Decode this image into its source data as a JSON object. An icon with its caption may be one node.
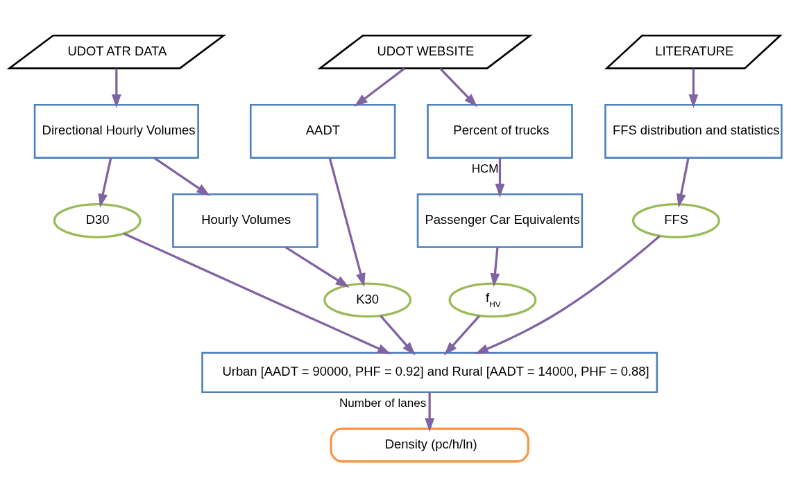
{
  "diagram": {
    "nodes": [
      {
        "text": [
          "UDOT ATR DATA"
        ]
      },
      {
        "text": [
          "UDOT WEBSITE"
        ]
      },
      {
        "text": [
          "LITERATURE"
        ]
      },
      {
        "text": [
          "Directional Hourly Volumes"
        ]
      },
      {
        "text": [
          "AADT"
        ]
      },
      {
        "text": [
          "Percent of trucks"
        ]
      },
      {
        "text": [
          "FFS distribution and statistics"
        ]
      },
      {
        "text": [
          "D30"
        ]
      },
      {
        "text": [
          "Hourly Volumes"
        ]
      },
      {
        "text": [
          "Passenger Car Equivalents"
        ]
      },
      {
        "text": [
          "FFS"
        ]
      },
      {
        "text": [
          "K30"
        ]
      },
      {
        "text": [
          "f$_{HV}$"
        ]
      },
      {
        "text": [
          "Urban [AADT = 90000, PHF = 0.92] and Rural [AADT = 14000, PHF = 0.88]"
        ]
      },
      {
        "text": [
          "Density (pc/h/ln)"
        ]
      }
    ],
    "edges": [
      {
        "from": 0,
        "to": 3,
        "arrow": "to"
      },
      {
        "from": 1,
        "to": 4,
        "arrow": "to"
      },
      {
        "from": 1,
        "to": 5,
        "arrow": "to"
      },
      {
        "from": 2,
        "to": 6,
        "arrow": "to"
      },
      {
        "from": 3,
        "to": 7,
        "arrow": "to"
      },
      {
        "from": 3,
        "to": 8,
        "arrow": "to"
      },
      {
        "from": 4,
        "to": 11,
        "arrow": "to"
      },
      {
        "from": 8,
        "to": 11,
        "arrow": "to"
      },
      {
        "from": 5,
        "to": 9,
        "arrow": "to",
        "label": "HCM"
      },
      {
        "from": 9,
        "to": 12,
        "arrow": "to"
      },
      {
        "from": 6,
        "to": 10,
        "arrow": "to"
      },
      {
        "from": 7,
        "to": 13,
        "arrow": "to"
      },
      {
        "from": 11,
        "to": 13,
        "arrow": "to"
      },
      {
        "from": 12,
        "to": 13,
        "arrow": "to"
      },
      {
        "from": 10,
        "to": 13,
        "arrow": "to"
      },
      {
        "from": 13,
        "to": 14,
        "arrow": "to",
        "label": "Number of lanes"
      }
    ]
  }
}
